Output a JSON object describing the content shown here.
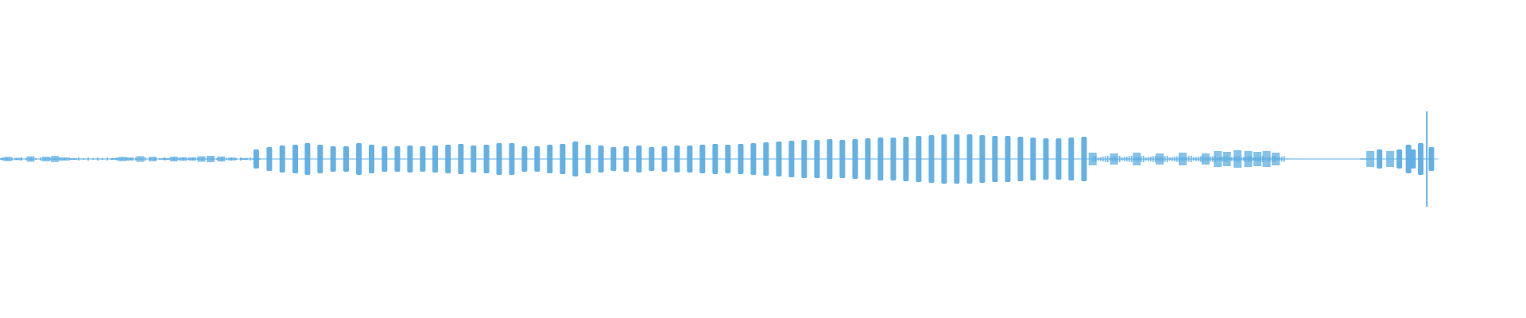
{
  "chart_data": {
    "type": "area",
    "title": "",
    "xlabel": "",
    "ylabel": "",
    "grid": false,
    "legend": "none",
    "color": "#5dade2",
    "baseline_color": "#5dade2",
    "amplitude_range": [
      -1,
      1
    ],
    "time_range": [
      0,
      1
    ],
    "series": [
      {
        "envelope": [
          [
            0.0,
            0.01
          ],
          [
            0.005,
            0.028
          ],
          [
            0.012,
            0.015
          ],
          [
            0.02,
            0.034
          ],
          [
            0.03,
            0.03
          ],
          [
            0.036,
            0.038
          ],
          [
            0.042,
            0.02
          ],
          [
            0.048,
            0.01
          ],
          [
            0.055,
            0.006
          ],
          [
            0.065,
            0.006
          ],
          [
            0.075,
            0.01
          ],
          [
            0.08,
            0.028
          ],
          [
            0.085,
            0.02
          ],
          [
            0.092,
            0.036
          ],
          [
            0.1,
            0.028
          ],
          [
            0.108,
            0.012
          ],
          [
            0.114,
            0.03
          ],
          [
            0.12,
            0.022
          ],
          [
            0.126,
            0.02
          ],
          [
            0.132,
            0.034
          ],
          [
            0.138,
            0.04
          ],
          [
            0.145,
            0.032
          ],
          [
            0.152,
            0.018
          ],
          [
            0.16,
            0.012
          ],
          [
            0.168,
            0.01
          ],
          [
            0.1679,
            0.12
          ],
          [
            0.1765,
            0.15
          ],
          [
            0.185,
            0.17
          ],
          [
            0.1935,
            0.18
          ],
          [
            0.2015,
            0.2
          ],
          [
            0.2098,
            0.18
          ],
          [
            0.2183,
            0.16
          ],
          [
            0.2268,
            0.16
          ],
          [
            0.2352,
            0.2
          ],
          [
            0.2435,
            0.18
          ],
          [
            0.252,
            0.16
          ],
          [
            0.2604,
            0.16
          ],
          [
            0.2687,
            0.17
          ],
          [
            0.277,
            0.16
          ],
          [
            0.2852,
            0.17
          ],
          [
            0.2936,
            0.18
          ],
          [
            0.302,
            0.19
          ],
          [
            0.3103,
            0.17
          ],
          [
            0.3188,
            0.18
          ],
          [
            0.3271,
            0.2
          ],
          [
            0.3354,
            0.2
          ],
          [
            0.3437,
            0.16
          ],
          [
            0.352,
            0.16
          ],
          [
            0.3603,
            0.18
          ],
          [
            0.3687,
            0.19
          ],
          [
            0.377,
            0.22
          ],
          [
            0.3854,
            0.18
          ],
          [
            0.3938,
            0.17
          ],
          [
            0.402,
            0.15
          ],
          [
            0.4103,
            0.16
          ],
          [
            0.4187,
            0.17
          ],
          [
            0.427,
            0.15
          ],
          [
            0.4354,
            0.16
          ],
          [
            0.4437,
            0.17
          ],
          [
            0.452,
            0.17
          ],
          [
            0.4603,
            0.18
          ],
          [
            0.4687,
            0.19
          ],
          [
            0.477,
            0.18
          ],
          [
            0.4854,
            0.19
          ],
          [
            0.4937,
            0.2
          ],
          [
            0.502,
            0.21
          ],
          [
            0.5104,
            0.22
          ],
          [
            0.5187,
            0.23
          ],
          [
            0.527,
            0.24
          ],
          [
            0.5354,
            0.24
          ],
          [
            0.5437,
            0.25
          ],
          [
            0.552,
            0.24
          ],
          [
            0.5604,
            0.25
          ],
          [
            0.5687,
            0.26
          ],
          [
            0.577,
            0.27
          ],
          [
            0.5854,
            0.27
          ],
          [
            0.5937,
            0.28
          ],
          [
            0.602,
            0.29
          ],
          [
            0.6104,
            0.3
          ],
          [
            0.6187,
            0.31
          ],
          [
            0.627,
            0.31
          ],
          [
            0.6354,
            0.31
          ],
          [
            0.6437,
            0.3
          ],
          [
            0.652,
            0.29
          ],
          [
            0.6604,
            0.29
          ],
          [
            0.6687,
            0.28
          ],
          [
            0.677,
            0.27
          ],
          [
            0.6854,
            0.26
          ],
          [
            0.6937,
            0.26
          ],
          [
            0.702,
            0.27
          ],
          [
            0.7104,
            0.28
          ],
          [
            0.716,
            0.08
          ],
          [
            0.73,
            0.07
          ],
          [
            0.745,
            0.08
          ],
          [
            0.76,
            0.07
          ],
          [
            0.775,
            0.08
          ],
          [
            0.79,
            0.07
          ],
          [
            0.798,
            0.1
          ],
          [
            0.804,
            0.09
          ],
          [
            0.811,
            0.11
          ],
          [
            0.818,
            0.1
          ],
          [
            0.824,
            0.09
          ],
          [
            0.83,
            0.1
          ],
          [
            0.836,
            0.08
          ],
          [
            0.842,
            0.006
          ],
          [
            0.86,
            0.005
          ],
          [
            0.88,
            0.005
          ],
          [
            0.894,
            0.008
          ],
          [
            0.898,
            0.1
          ],
          [
            0.904,
            0.12
          ],
          [
            0.911,
            0.1
          ],
          [
            0.917,
            0.12
          ],
          [
            0.923,
            0.18
          ],
          [
            0.926,
            0.12
          ],
          [
            0.931,
            0.2
          ],
          [
            0.935,
            0.6
          ],
          [
            0.938,
            0.15
          ],
          [
            0.94,
            0.0
          ]
        ]
      }
    ]
  }
}
